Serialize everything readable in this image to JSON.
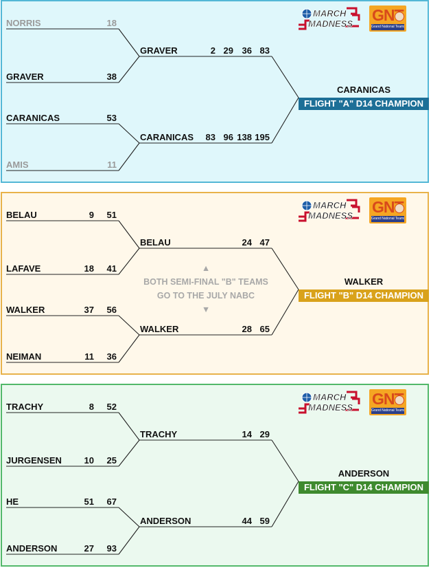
{
  "flights": [
    {
      "id": "a",
      "colors": {
        "bg": "#dff7fb",
        "border": "#53b7d6",
        "bar": "#1d6f97"
      },
      "r1": [
        {
          "name": "NORRIS",
          "s1": "",
          "s2": "18",
          "muted": true
        },
        {
          "name": "GRAVER",
          "s1": "",
          "s2": "38",
          "muted": false
        },
        {
          "name": "CARANICAS",
          "s1": "",
          "s2": "53",
          "muted": false
        },
        {
          "name": "AMIS",
          "s1": "",
          "s2": "11",
          "muted": true
        }
      ],
      "semis": [
        {
          "name": "GRAVER",
          "scores": [
            "2",
            "29",
            "36",
            "83"
          ]
        },
        {
          "name": "CARANICAS",
          "scores": [
            "83",
            "96",
            "138",
            "195"
          ]
        }
      ],
      "champion": "CARANICAS",
      "champion_label": "FLIGHT \"A\" D14 CHAMPION",
      "note": {
        "line1": "",
        "line2": ""
      }
    },
    {
      "id": "b",
      "colors": {
        "bg": "#fff8ea",
        "border": "#e8b24a",
        "bar": "#d9a21b"
      },
      "r1": [
        {
          "name": "BELAU",
          "s1": "9",
          "s2": "51",
          "muted": false
        },
        {
          "name": "LAFAVE",
          "s1": "18",
          "s2": "41",
          "muted": false
        },
        {
          "name": "WALKER",
          "s1": "37",
          "s2": "56",
          "muted": false
        },
        {
          "name": "NEIMAN",
          "s1": "11",
          "s2": "36",
          "muted": false
        }
      ],
      "semis": [
        {
          "name": "BELAU",
          "scores": [
            "",
            "",
            "24",
            "47"
          ]
        },
        {
          "name": "WALKER",
          "scores": [
            "",
            "",
            "28",
            "65"
          ]
        }
      ],
      "champion": "WALKER",
      "champion_label": "FLIGHT \"B\" D14 CHAMPION",
      "note": {
        "line1": "BOTH SEMI-FINAL \"B\" TEAMS",
        "line2": "GO TO THE JULY NABC"
      }
    },
    {
      "id": "c",
      "colors": {
        "bg": "#ebf9ef",
        "border": "#52b86a",
        "bar": "#3e8a2e"
      },
      "r1": [
        {
          "name": "TRACHY",
          "s1": "8",
          "s2": "52",
          "muted": false
        },
        {
          "name": "JURGENSEN",
          "s1": "10",
          "s2": "25",
          "muted": false
        },
        {
          "name": "HE",
          "s1": "51",
          "s2": "67",
          "muted": false
        },
        {
          "name": "ANDERSON",
          "s1": "27",
          "s2": "93",
          "muted": false
        }
      ],
      "semis": [
        {
          "name": "TRACHY",
          "scores": [
            "",
            "",
            "14",
            "29"
          ]
        },
        {
          "name": "ANDERSON",
          "scores": [
            "",
            "",
            "44",
            "59"
          ]
        }
      ],
      "champion": "ANDERSON",
      "champion_label": "FLIGHT \"C\" D14 CHAMPION",
      "note": {
        "line1": "",
        "line2": ""
      }
    }
  ],
  "logos": {
    "march_madness": {
      "line1": "MARCH",
      "line2": "MADNESS",
      "icon": "basketball-icon"
    },
    "gnt": {
      "text": "GNT",
      "subtitle": "Grand National Teams"
    }
  }
}
